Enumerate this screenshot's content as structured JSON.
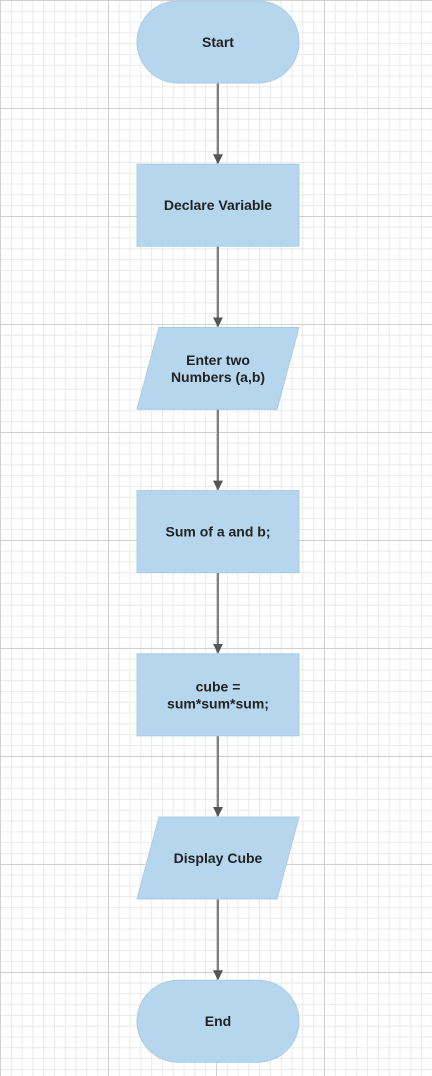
{
  "colors": {
    "node_fill": "#b6d6ee",
    "node_stroke": "#a9cce6",
    "arrow": "#555555",
    "label": "#222222"
  },
  "nodes": [
    {
      "id": "start",
      "shape": "terminator",
      "lines": [
        "Start"
      ]
    },
    {
      "id": "declare-variable",
      "shape": "process",
      "lines": [
        "Declare Variable"
      ]
    },
    {
      "id": "enter-two-numbers",
      "shape": "data",
      "lines": [
        "Enter two",
        "Numbers (a,b)"
      ]
    },
    {
      "id": "sum-of-a-and-b",
      "shape": "process",
      "lines": [
        "Sum of a and b;"
      ]
    },
    {
      "id": "cube-assignment",
      "shape": "process",
      "lines": [
        "cube =",
        "sum*sum*sum;"
      ]
    },
    {
      "id": "display-cube",
      "shape": "data",
      "lines": [
        "Display Cube"
      ]
    },
    {
      "id": "end",
      "shape": "terminator",
      "lines": [
        "End"
      ]
    }
  ],
  "edges": [
    {
      "from": "start",
      "to": "declare-variable"
    },
    {
      "from": "declare-variable",
      "to": "enter-two-numbers"
    },
    {
      "from": "enter-two-numbers",
      "to": "sum-of-a-and-b"
    },
    {
      "from": "sum-of-a-and-b",
      "to": "cube-assignment"
    },
    {
      "from": "cube-assignment",
      "to": "display-cube"
    },
    {
      "from": "display-cube",
      "to": "end"
    }
  ]
}
